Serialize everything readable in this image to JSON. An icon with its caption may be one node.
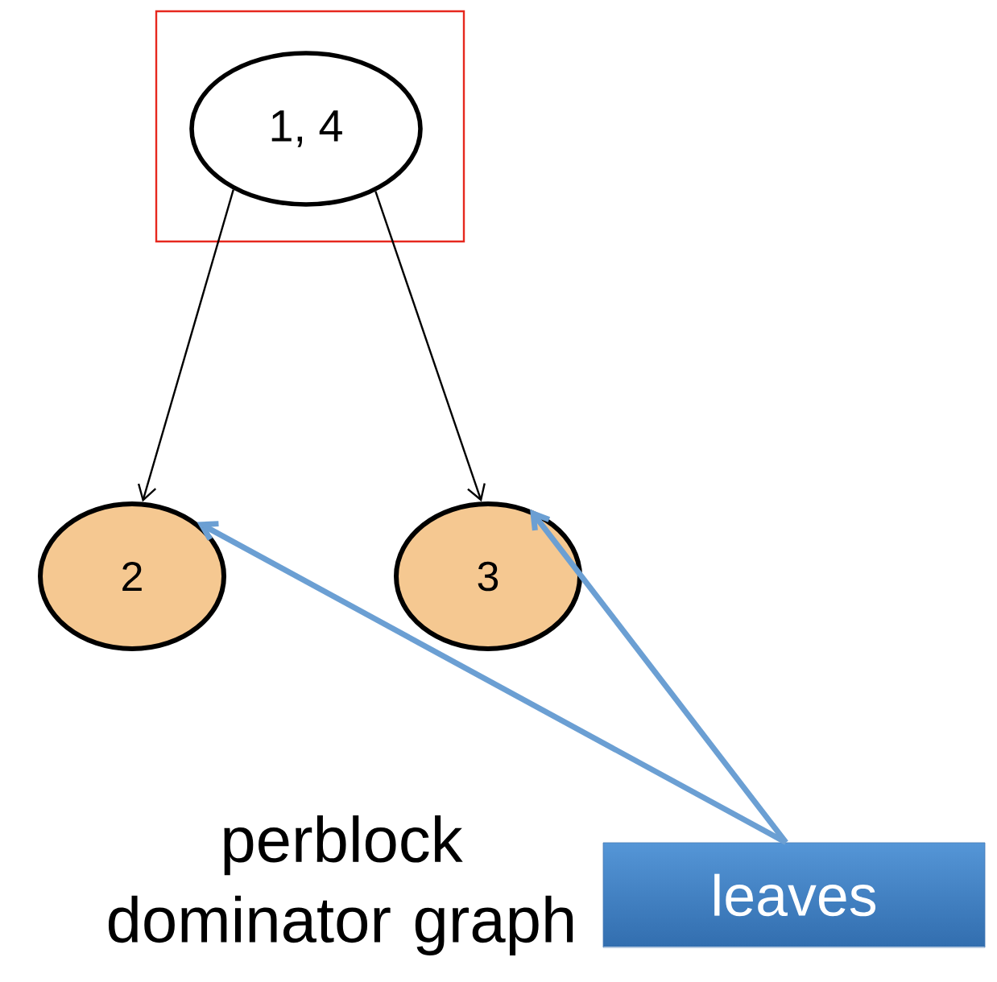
{
  "diagram": {
    "nodes": [
      {
        "text": [],
        "shape": "box"
      },
      {
        "text": [
          "1, 4"
        ],
        "in": 0
      },
      {
        "text": [
          "2"
        ]
      },
      {
        "text": [
          "3"
        ]
      },
      {
        "text": [
          "leaves"
        ]
      }
    ],
    "edges": [
      {
        "from": 1,
        "to": 2,
        "arrow": "to"
      },
      {
        "from": 1,
        "to": 3,
        "arrow": "to"
      },
      {
        "from": 4,
        "to": 2,
        "arrow": "to",
        "style": "thick",
        "color": "#6b9fd3"
      },
      {
        "from": 4,
        "to": 3,
        "arrow": "to",
        "style": "thick",
        "color": "#6b9fd3"
      }
    ],
    "labels": [
      "perblock dominator graph"
    ]
  }
}
